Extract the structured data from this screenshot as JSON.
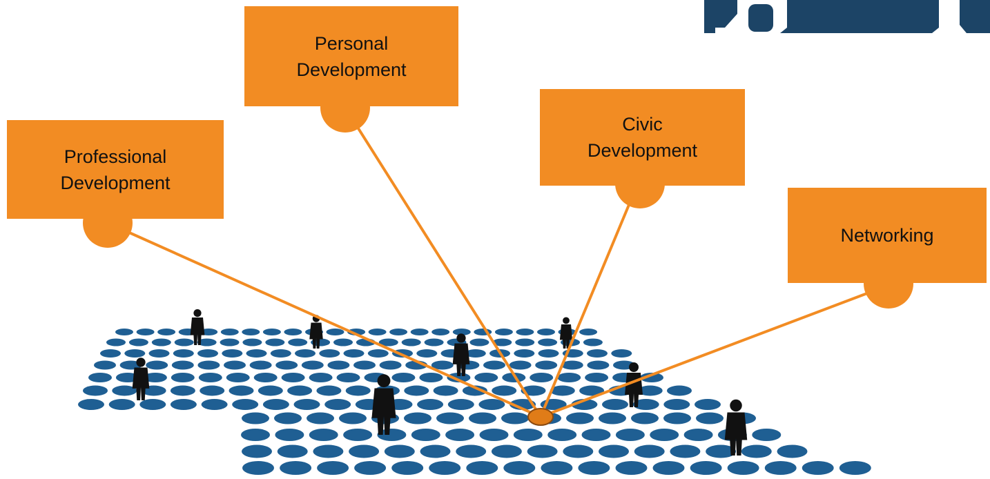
{
  "colors": {
    "accent": "#f28c23",
    "disc": "#1f5f93",
    "figure": "#111111",
    "logo": "#1c4466"
  },
  "categories": {
    "professional": "Professional\nDevelopment",
    "personal": "Personal\nDevelopment",
    "civic": "Civic\nDevelopment",
    "networking": "Networking"
  },
  "icons": {
    "corner": "logo-icon",
    "hub": "hub-node-icon",
    "people": "person-silhouette-icon"
  }
}
